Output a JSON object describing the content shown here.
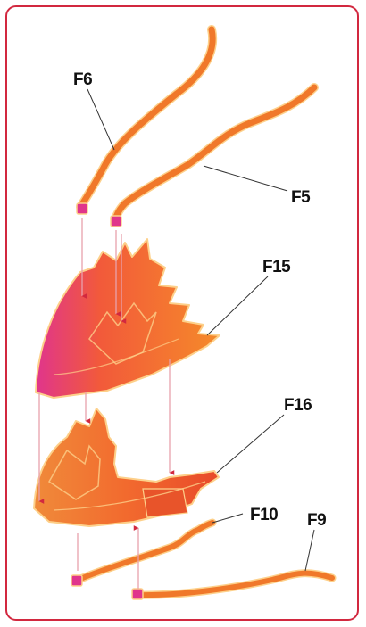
{
  "diagram": {
    "labels": {
      "f6": "F6",
      "f5": "F5",
      "f15": "F15",
      "f16": "F16",
      "f10": "F10",
      "f9": "F9"
    },
    "colors": {
      "frame": "#d2283f",
      "part_orange": "#f0782a",
      "part_magenta": "#e0358c",
      "part_outline": "#fdd08a",
      "arrow": "#d2283f",
      "guide_line": "#e8a0ac"
    }
  }
}
